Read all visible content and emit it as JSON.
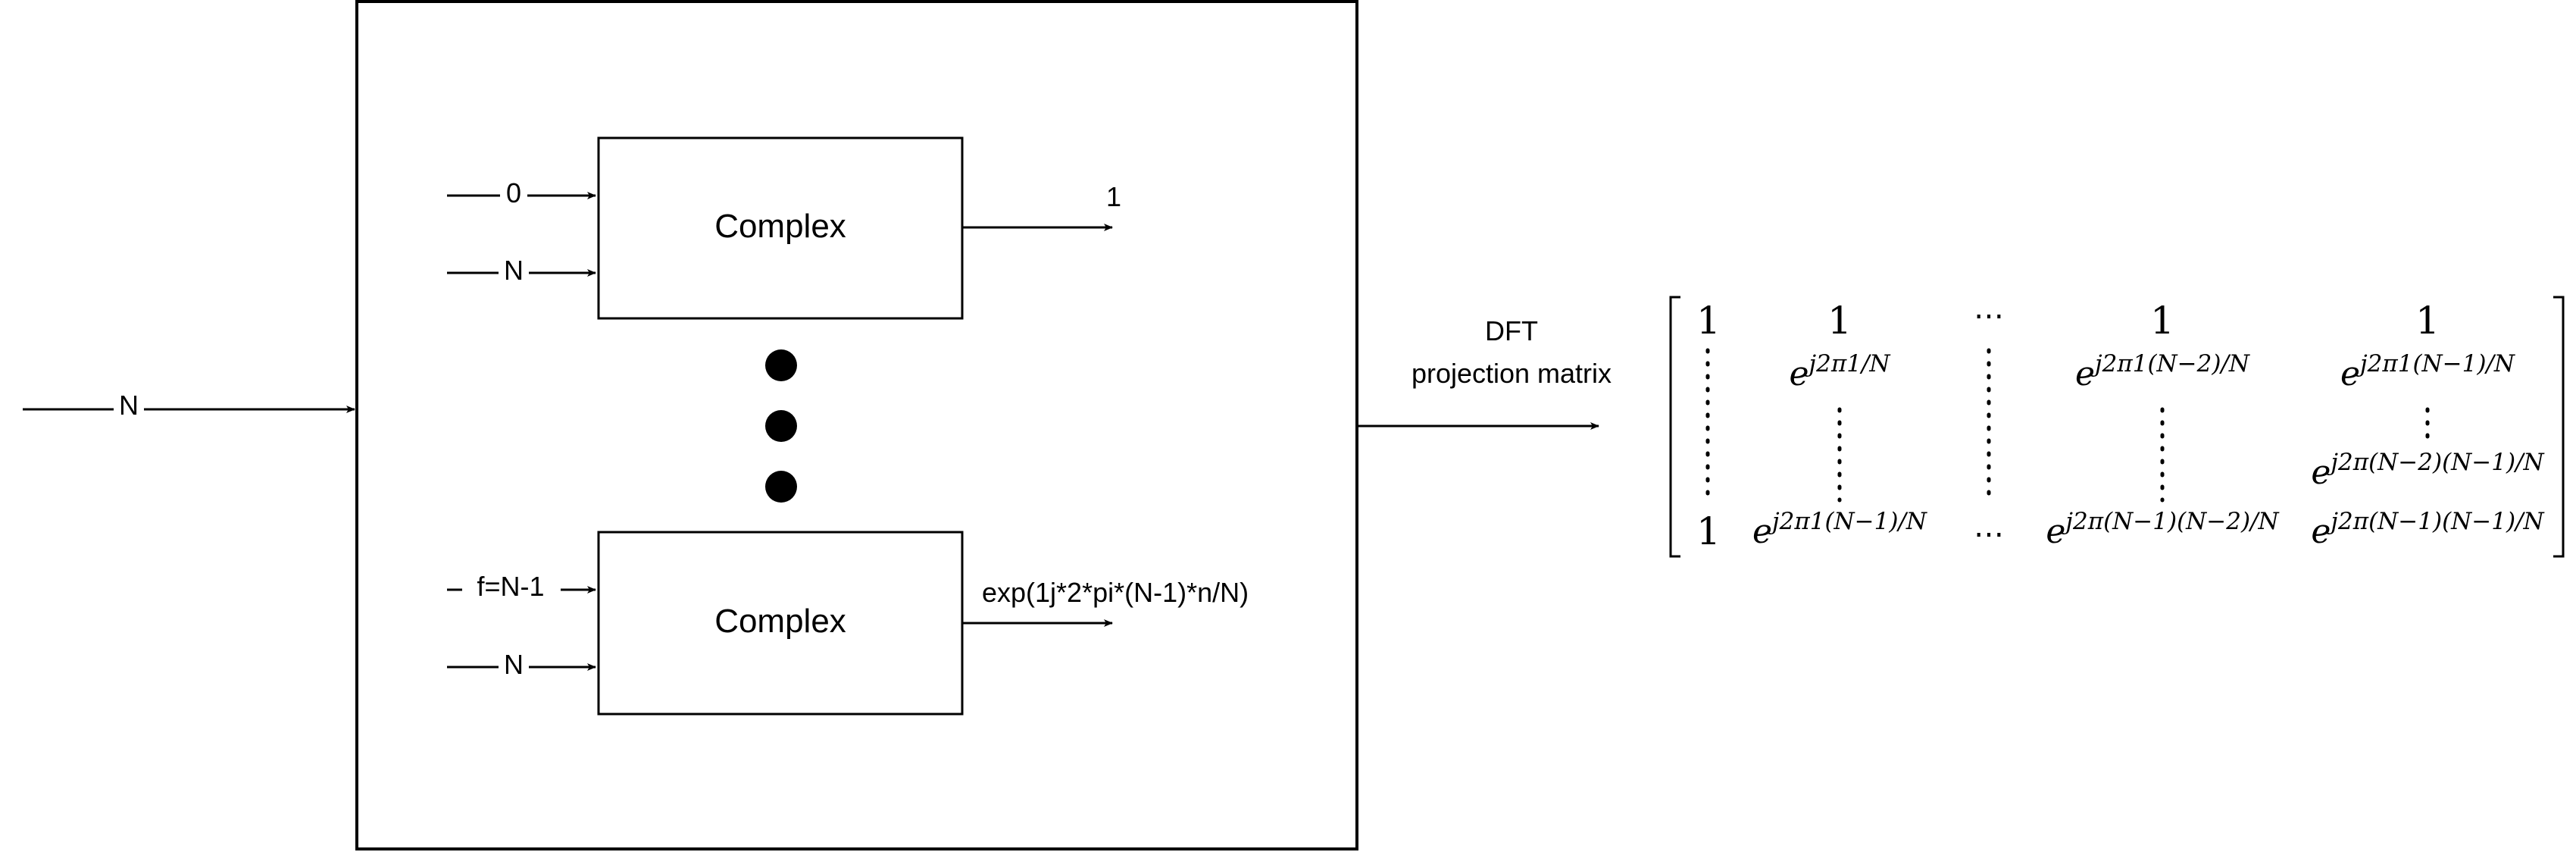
{
  "input": {
    "label": "N"
  },
  "block_top": {
    "title": "Complex",
    "input_a": "0",
    "input_b": "N",
    "output": "1"
  },
  "block_bottom": {
    "title": "Complex",
    "input_a": "f=N-1",
    "input_b": "N",
    "output": "exp(1j*2*pi*(N-1)*n/N)"
  },
  "output_arrow": {
    "line1": "DFT",
    "line2": "projection matrix"
  },
  "matrix": {
    "row1": [
      "1",
      "1",
      "⋯",
      "1",
      "1"
    ],
    "row2": {
      "c2": {
        "base": "e",
        "exp": "j2π1/N"
      },
      "c4": {
        "base": "e",
        "exp": "j2π1(N−2)/N"
      },
      "c5": {
        "base": "e",
        "exp": "j2π1(N−1)/N"
      }
    },
    "row3": {
      "c5": {
        "base": "e",
        "exp": "j2π(N−2)(N−1)/N"
      }
    },
    "row4": {
      "c1": "1",
      "c2": {
        "base": "e",
        "exp": "j2π1(N−1)/N"
      },
      "c3": "⋯",
      "c4": {
        "base": "e",
        "exp": "j2π(N−1)(N−2)/N"
      },
      "c5": {
        "base": "e",
        "exp": "j2π(N−1)(N−1)/N"
      }
    }
  }
}
